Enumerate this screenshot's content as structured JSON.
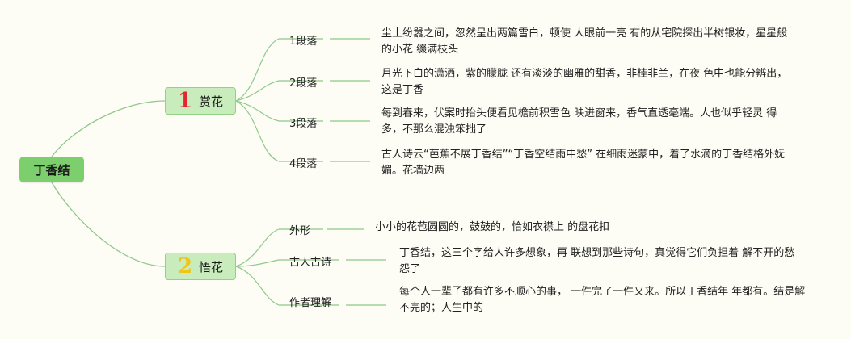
{
  "root": "丁香结",
  "branches": [
    {
      "number": "1",
      "label": "赏花",
      "children": [
        {
          "label": "1段落",
          "text": "尘土纷嚣之间，忽然呈出两篇雪白，顿使 人眼前一亮 有的从宅院探出半树银妆，星星般的小花 缀满枝头"
        },
        {
          "label": "2段落",
          "text": "月光下白的潇洒，紫的朦胧 还有淡淡的幽雅的甜香，非桂非兰，在夜 色中也能分辨出，这是丁香"
        },
        {
          "label": "3段落",
          "text": "每到春来，伏案时抬头便看见檐前积雪色 映进窗来，香气直透毫端。人也似乎轻灵 得多，不那么混浊笨拙了"
        },
        {
          "label": "4段落",
          "text": "古人诗云“芭蕉不展丁香结”“丁香空结雨中愁” 在细雨迷蒙中，着了水滴的丁香结格外妩 媚。花墙边两"
        }
      ]
    },
    {
      "number": "2",
      "label": "悟花",
      "children": [
        {
          "label": "外形",
          "text": "小小的花苞圆圆的，鼓鼓的，恰如衣襟上 的盘花扣"
        },
        {
          "label": "古人古诗",
          "text": "丁香结，这三个字给人许多想象，再 联想到那些诗句，真觉得它们负担着 解不开的愁怨了"
        },
        {
          "label": "作者理解",
          "text": "每个人一辈子都有许多不顺心的事， 一件完了一件又来。所以丁香结年 年都有。结是解不完的；人生中的"
        }
      ]
    }
  ],
  "colors": {
    "root_fill": "#7ccf6c",
    "branch_fill": "#c8ecbb",
    "line": "#8fc98a",
    "number_1": "#e5262e",
    "number_2": "#f0c419"
  }
}
